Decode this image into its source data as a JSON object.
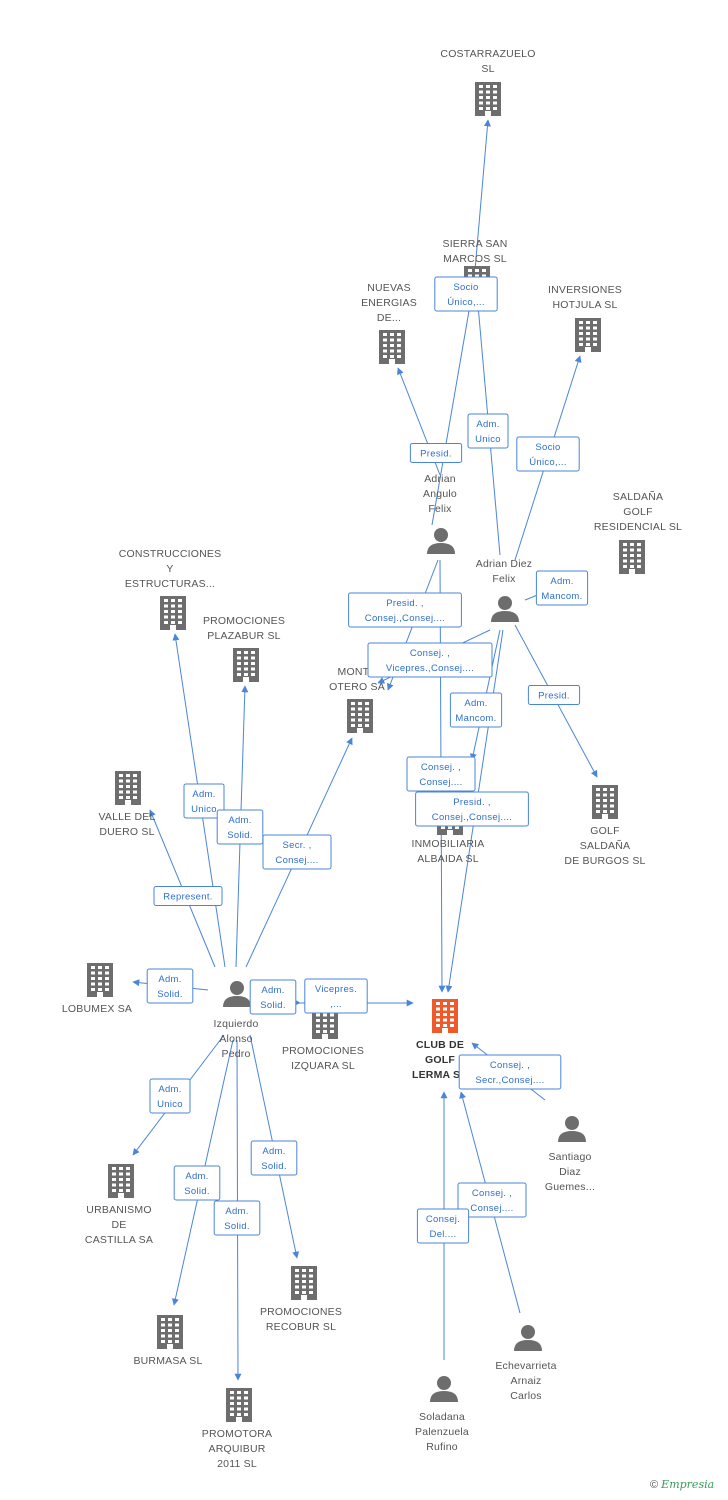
{
  "colors": {
    "edge": "#4a86d8",
    "icon": "#6d6d6d",
    "focus": "#f05a2a",
    "label": "#555555"
  },
  "nodes": [
    {
      "id": "costarrazuelo",
      "type": "company",
      "lines": [
        "COSTARRAZUELO",
        "SL"
      ]
    },
    {
      "id": "sierra",
      "type": "company",
      "lines": [
        "SIERRA SAN",
        "MARCOS  SL"
      ]
    },
    {
      "id": "nuevas",
      "type": "company",
      "lines": [
        "NUEVAS",
        "ENERGIAS",
        "DE..."
      ]
    },
    {
      "id": "inversiones",
      "type": "company",
      "lines": [
        "INVERSIONES",
        "HOTJULA  SL"
      ]
    },
    {
      "id": "saldana_res",
      "type": "company",
      "lines": [
        "SALDAÑA",
        "GOLF",
        "RESIDENCIAL SL"
      ]
    },
    {
      "id": "adrian_angulo",
      "type": "person",
      "lines": [
        "Adrian",
        "Angulo",
        "Felix"
      ]
    },
    {
      "id": "adrian_diez",
      "type": "person",
      "lines": [
        "Adrian Diez",
        "Felix"
      ]
    },
    {
      "id": "construcciones",
      "type": "company",
      "lines": [
        "CONSTRUCCIONES",
        "Y",
        "ESTRUCTURAS..."
      ]
    },
    {
      "id": "plazabur",
      "type": "company",
      "lines": [
        "PROMOCIONES",
        "PLAZABUR SL"
      ]
    },
    {
      "id": "monte",
      "type": "company",
      "lines": [
        "MONTE",
        "OTERO SA"
      ]
    },
    {
      "id": "golf_burgos",
      "type": "company",
      "lines": [
        "GOLF",
        "SALDAÑA",
        "DE BURGOS SL"
      ]
    },
    {
      "id": "inmobiliaria",
      "type": "company",
      "lines": [
        "INMOBILIARIA",
        "ALBAIDA SL"
      ]
    },
    {
      "id": "valle",
      "type": "company",
      "lines": [
        "VALLE DEL",
        "DUERO SL"
      ]
    },
    {
      "id": "lobumex",
      "type": "company",
      "lines": [
        "LOBUMEX SA"
      ]
    },
    {
      "id": "izquierdo",
      "type": "person",
      "lines": [
        "Izquierdo",
        "Alonso",
        "Pedro"
      ]
    },
    {
      "id": "izquara",
      "type": "company",
      "lines": [
        "PROMOCIONES",
        "IZQUARA SL"
      ]
    },
    {
      "id": "club",
      "type": "focus",
      "lines": [
        "CLUB DE",
        "GOLF",
        "LERMA SA"
      ]
    },
    {
      "id": "santiago",
      "type": "person",
      "lines": [
        "Santiago",
        "Diaz",
        "Guemes..."
      ]
    },
    {
      "id": "urbanismo",
      "type": "company",
      "lines": [
        "URBANISMO",
        "DE",
        "CASTILLA SA"
      ]
    },
    {
      "id": "recobur",
      "type": "company",
      "lines": [
        "PROMOCIONES",
        "RECOBUR SL"
      ]
    },
    {
      "id": "burmasa",
      "type": "company",
      "lines": [
        "BURMASA SL"
      ]
    },
    {
      "id": "arquibur",
      "type": "company",
      "lines": [
        "PROMOTORA",
        "ARQUIBUR",
        "2011 SL"
      ]
    },
    {
      "id": "echevarrieta",
      "type": "person",
      "lines": [
        "Echevarrieta",
        "Arnaiz",
        "Carlos"
      ]
    },
    {
      "id": "soladana",
      "type": "person",
      "lines": [
        "Soladana",
        "Palenzuela",
        "Rufino"
      ]
    }
  ],
  "edges": [
    {
      "id": "e1",
      "lines": [
        "Socio",
        "Único,..."
      ]
    },
    {
      "id": "e2",
      "lines": [
        "Presid."
      ]
    },
    {
      "id": "e3",
      "lines": [
        "Adm.",
        "Unico"
      ]
    },
    {
      "id": "e4",
      "lines": [
        "Socio",
        "Único,..."
      ]
    },
    {
      "id": "e5",
      "lines": [
        "Adm.",
        "Mancom."
      ]
    },
    {
      "id": "e6",
      "lines": [
        "Presid. ,",
        "Consej.,Consej...."
      ]
    },
    {
      "id": "e7",
      "lines": [
        "Consej. ,",
        "Vicepres.,Consej...."
      ]
    },
    {
      "id": "e8",
      "lines": [
        "Adm.",
        "Mancom."
      ]
    },
    {
      "id": "e9",
      "lines": [
        "Presid."
      ]
    },
    {
      "id": "e10",
      "lines": [
        "Consej. ,",
        "Consej...."
      ]
    },
    {
      "id": "e11",
      "lines": [
        "Presid. ,",
        "Consej.,Consej...."
      ]
    },
    {
      "id": "e12",
      "lines": [
        "Adm.",
        "Unico"
      ]
    },
    {
      "id": "e13",
      "lines": [
        "Adm.",
        "Solid."
      ]
    },
    {
      "id": "e14",
      "lines": [
        "Secr. ,",
        "Consej...."
      ]
    },
    {
      "id": "e15",
      "lines": [
        "Represent."
      ]
    },
    {
      "id": "e16",
      "lines": [
        "Adm.",
        "Solid."
      ]
    },
    {
      "id": "e17",
      "lines": [
        "Adm.",
        "Solid."
      ]
    },
    {
      "id": "e18",
      "lines": [
        "Vicepres.",
        ",..."
      ]
    },
    {
      "id": "e19",
      "lines": [
        "Consej. ,",
        "Secr.,Consej...."
      ]
    },
    {
      "id": "e20",
      "lines": [
        "Adm.",
        "Unico"
      ]
    },
    {
      "id": "e21",
      "lines": [
        "Adm.",
        "Solid."
      ]
    },
    {
      "id": "e22",
      "lines": [
        "Adm.",
        "Solid."
      ]
    },
    {
      "id": "e23",
      "lines": [
        "Adm.",
        "Solid."
      ]
    },
    {
      "id": "e24",
      "lines": [
        "Consej. ,",
        "Consej...."
      ]
    },
    {
      "id": "e25",
      "lines": [
        "Consej.",
        "Del...."
      ]
    }
  ],
  "footer": {
    "copyright": "©",
    "brand": "Empresia"
  }
}
